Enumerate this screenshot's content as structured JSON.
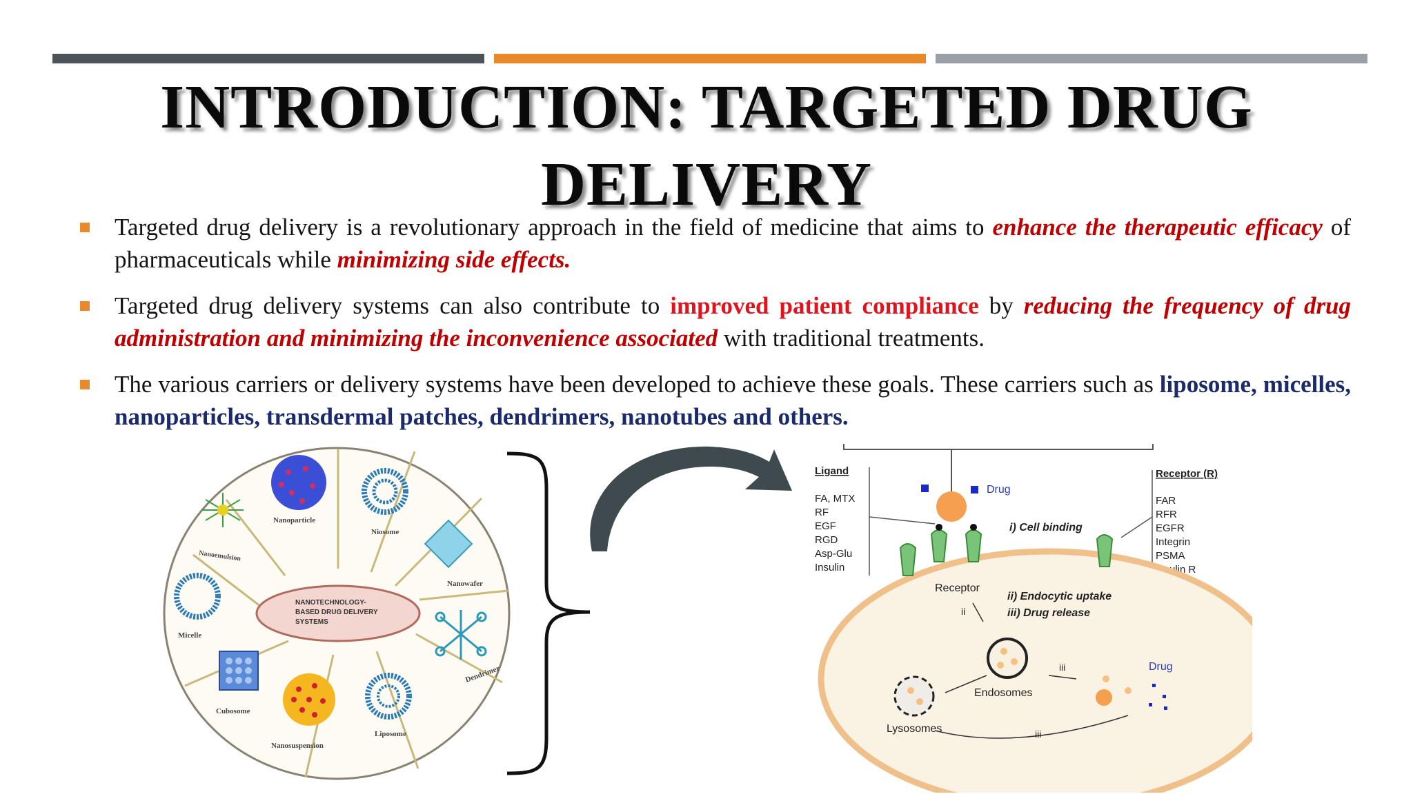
{
  "colors": {
    "bar_dark": "#4a5459",
    "bar_orange": "#e8892c",
    "bar_gray": "#9aa0a5",
    "marker": "#e8892c",
    "red_emphasis": "#c00000",
    "navy_emphasis": "#1b2a6b"
  },
  "title": {
    "line1": "INTRODUCTION: TARGETED DRUG",
    "line2": "DELIVERY"
  },
  "bullets": [
    {
      "t1": "Targeted drug delivery is a revolutionary approach in the field of medicine that aims to ",
      "h1": "enhance the therapeutic efficacy",
      "t2": " of pharmaceuticals while ",
      "h2": "minimizing side effects."
    },
    {
      "t1": "Targeted drug delivery systems can also contribute to ",
      "h1": "improved patient compliance",
      "t2": " by ",
      "h2": "reducing the frequency of drug administration and minimizing the inconvenience associated",
      "t3": " with traditional treatments."
    },
    {
      "t1": "The various carriers or delivery systems have been developed to achieve these goals. These carriers such as ",
      "h1": "liposome, micelles, nanoparticles, transdermal patches, dendrimers, nanotubes and others."
    }
  ],
  "wheel": {
    "center_line1": "NANOTECHNOLOGY-",
    "center_line2": "BASED DRUG DELIVERY",
    "center_line3": "SYSTEMS",
    "segments": {
      "nanoparticle": "Nanoparticle",
      "niosome": "Niosome",
      "nanowafer": "Nanowafer",
      "dendrimer": "Dendrimer",
      "liposome": "Liposome",
      "nanosuspension": "Nanosuspension",
      "cubosome": "Cubosome",
      "micelle": "Micelle",
      "nanoemulsion": "Nanoemulsion"
    }
  },
  "cell": {
    "ligand_title": "Ligand",
    "ligands": [
      "FA, MTX",
      "RF",
      "EGF",
      "RGD",
      "Asp-Glu",
      "Insulin"
    ],
    "receptor_title": "Receptor (R)",
    "receptors": [
      "FAR",
      "RFR",
      "EGFR",
      "Integrin",
      "PSMA",
      "Insulin R"
    ],
    "drug_label": "Drug",
    "cell_binding": "i) Cell binding",
    "receptor_label": "Receptor",
    "endocytic": "ii) Endocytic uptake",
    "drug_release": "iii) Drug release",
    "step_ii": "ii",
    "step_iii_a": "iii",
    "step_iii_b": "iii",
    "endosomes": "Endosomes",
    "lysosomes": "Lysosomes",
    "drug_inside": "Drug"
  }
}
